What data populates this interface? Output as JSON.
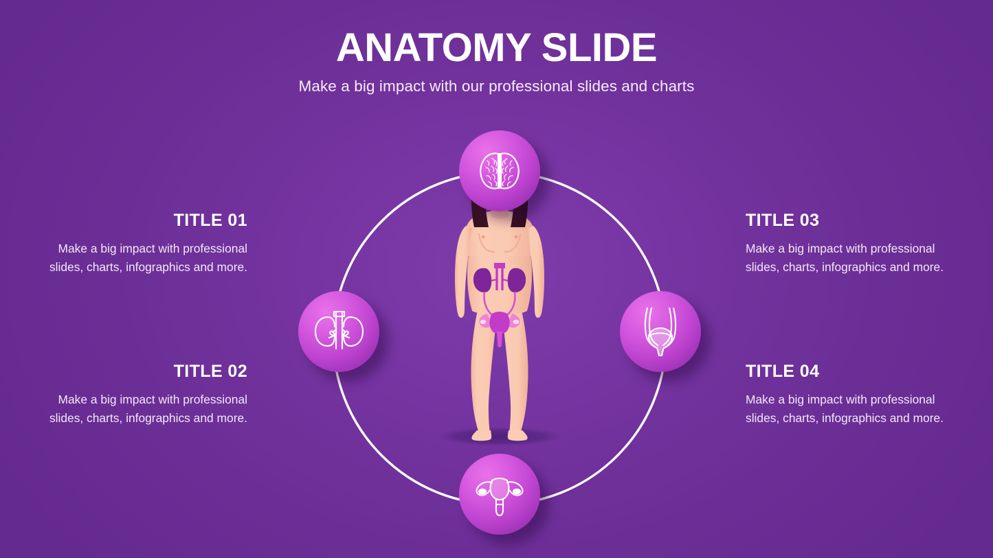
{
  "slide": {
    "title": "ANATOMY SLIDE",
    "subtitle": "Make a big impact with our professional slides and charts",
    "background_color": "#6B2E96",
    "accent_color": "#D65AE0",
    "text_color": "#FFFFFF"
  },
  "blocks": [
    {
      "id": "01",
      "title": "TITLE 01",
      "body": "Make a big impact with professional slides, charts, infographics and more.",
      "align": "right"
    },
    {
      "id": "02",
      "title": "TITLE 02",
      "body": "Make a big impact with professional slides, charts, infographics and more.",
      "align": "right"
    },
    {
      "id": "03",
      "title": "TITLE 03",
      "body": "Make a big impact with professional slides, charts, infographics and more.",
      "align": "left"
    },
    {
      "id": "04",
      "title": "TITLE 04",
      "body": "Make a big impact with professional slides, charts, infographics and more.",
      "align": "left"
    }
  ],
  "icons": [
    {
      "position": "top",
      "name": "brain-icon",
      "label": "Brain"
    },
    {
      "position": "left",
      "name": "kidney-icon",
      "label": "Kidneys"
    },
    {
      "position": "right",
      "name": "bladder-icon",
      "label": "Bladder"
    },
    {
      "position": "bottom",
      "name": "uterus-icon",
      "label": "Uterus"
    }
  ],
  "illustration": {
    "name": "female-anatomy-figure",
    "skin_color": "#F9C6AE",
    "hair_color": "#3D1228",
    "organ_color": "#9B2FAE",
    "ring_color": "#FFFFFF"
  }
}
